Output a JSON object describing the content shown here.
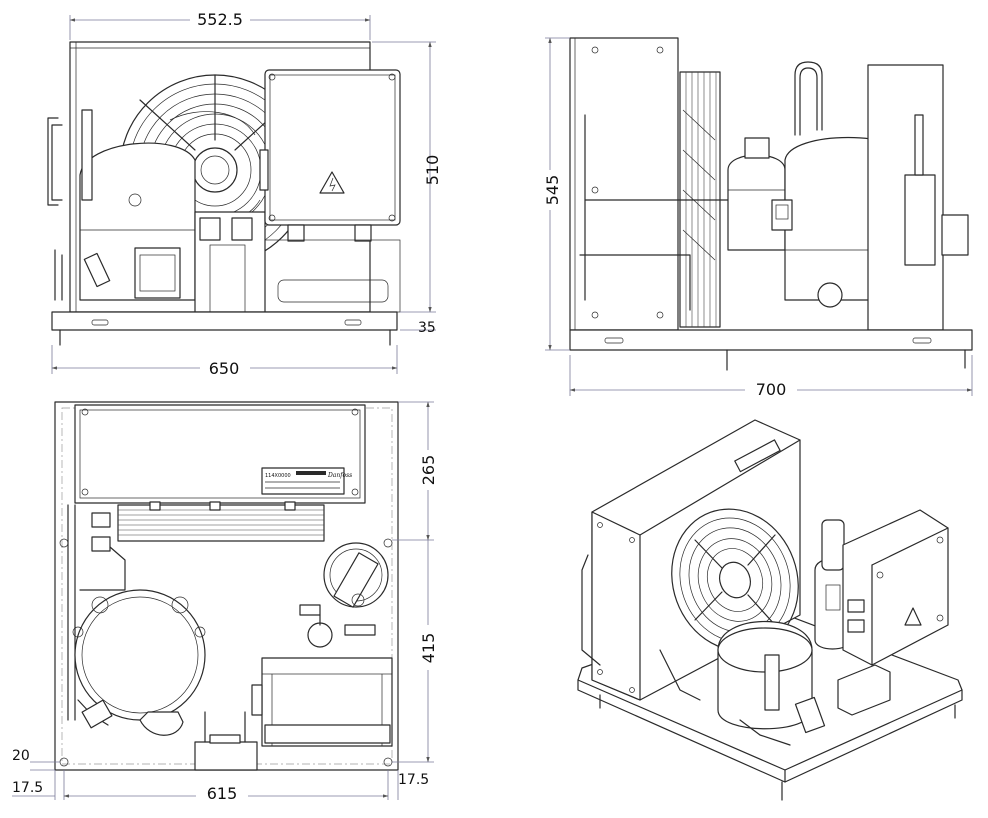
{
  "dimensions": {
    "front_top_width": "552.5",
    "front_height": "510",
    "front_base_height": "35",
    "front_overall_width": "650",
    "side_height": "545",
    "side_overall_width": "700",
    "top_upper_depth": "265",
    "top_lower_depth": "415",
    "top_hole_offset_y": "20",
    "top_hole_offset_left": "17.5",
    "top_hole_offset_right": "17.5",
    "top_hole_span": "615"
  },
  "nameplate": {
    "model_text": "114X0000",
    "brand_text": "Danfoss"
  }
}
